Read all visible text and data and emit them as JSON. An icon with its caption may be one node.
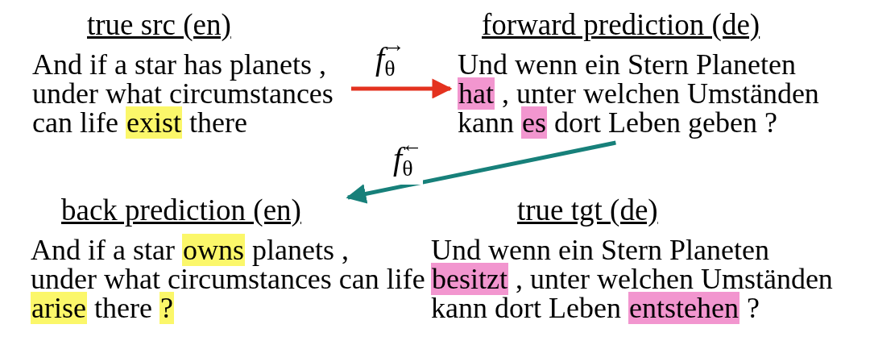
{
  "diagram": {
    "nodes": [
      {
        "text": [
          "true src (en)",
          "And if a star has planets , under what circumstances can life exist there"
        ]
      },
      {
        "text": [
          "forward prediction (de)",
          "Und wenn ein Stern Planeten hat , unter welchen Umständen kann es dort Leben geben ?"
        ]
      },
      {
        "text": [
          "back prediction (en)",
          "And if a star owns planets , under what circumstances can life arise there ?"
        ]
      },
      {
        "text": [
          "true tgt (de)",
          "Und wenn ein Stern Planeten besitzt , unter welchen Umständen kann dort Leben entstehen ?"
        ]
      }
    ],
    "edges": [
      {
        "from": 0,
        "to": 1,
        "arrow": "to",
        "label": "*f*$_{θ}$$^{→}$",
        "color": "#e4321f"
      },
      {
        "from": 1,
        "to": 2,
        "arrow": "to",
        "label": "*f*$_{θ}$$^{←}$",
        "color": "#17807a"
      }
    ]
  }
}
